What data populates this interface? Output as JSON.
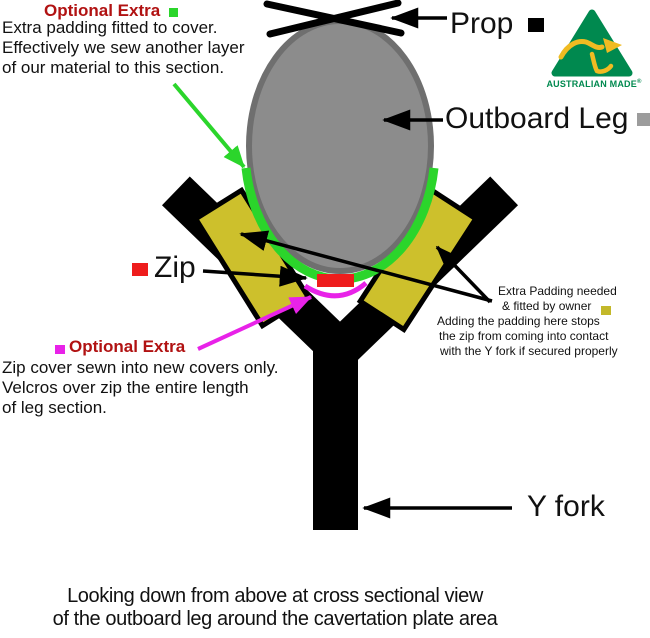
{
  "colors": {
    "leg_gray": "#8c8c8c",
    "leg_border": "#6f6f6f",
    "padding_green": "#2bd52b",
    "zip_red": "#ee1c1c",
    "zip_cover_magenta": "#e822e8",
    "fork_black": "#000000",
    "owner_padding_yellow": "#cdc02c",
    "title_red": "#b11212",
    "logo_green": "#00894f",
    "kangaroo_yellow": "#f0bb22",
    "prop_swatch": "#000000",
    "leg_swatch": "#9c9c9c",
    "olive_swatch": "#c3b82a"
  },
  "top_left_note": {
    "title": "Optional Extra",
    "lines": [
      "Extra padding fitted to cover.",
      "Effectively we sew another layer",
      "of our material to this section."
    ]
  },
  "labels": {
    "prop": "Prop",
    "outboard_leg": "Outboard Leg",
    "zip": "Zip",
    "y_fork": "Y fork"
  },
  "logo": {
    "text": "AUSTRALIAN MADE",
    "reg": "®"
  },
  "right_note": {
    "lines": [
      "Extra Padding needed",
      "& fitted by owner",
      "Adding the padding here stops",
      "the zip from coming into contact",
      "with the Y fork if secured properly"
    ]
  },
  "bottom_left_note": {
    "title": "Optional Extra",
    "lines": [
      "Zip cover sewn into new covers only.",
      "Velcros over zip the entire length",
      "of leg section."
    ]
  },
  "caption": {
    "line1": "Looking down from above at cross sectional view",
    "line2": "of the outboard leg around the cavertation plate area"
  }
}
